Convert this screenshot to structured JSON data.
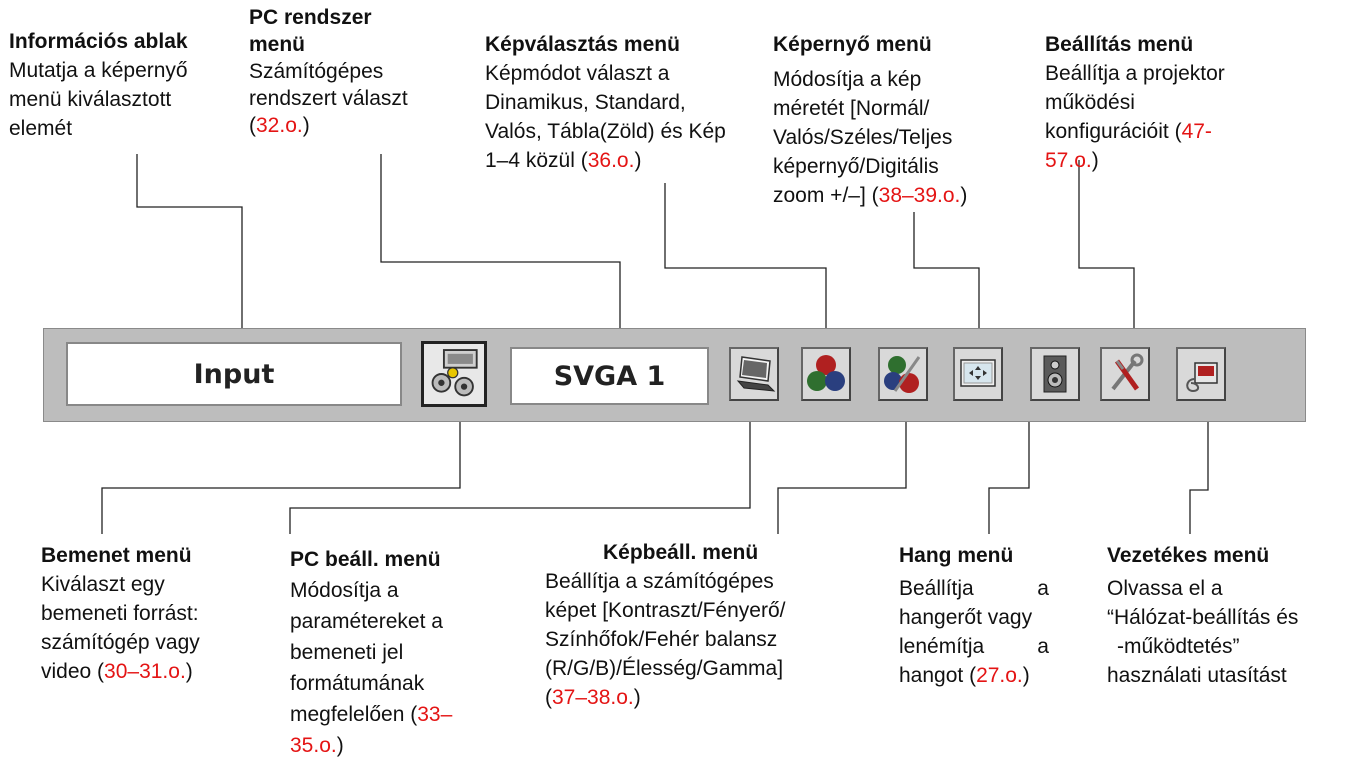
{
  "menu_bar": {
    "info_window_text": "Input",
    "pc_system_text": "SVGA 1",
    "icons": [
      "input-icon",
      "pc-adjust-icon",
      "image-select-icon",
      "image-adjust-icon",
      "screen-icon",
      "sound-icon",
      "setting-icon",
      "network-icon"
    ]
  },
  "callouts": {
    "info": {
      "title": "Információs ablak",
      "lines": [
        "Mutatja a képernyő",
        "menü kiválasztott",
        "elemét"
      ]
    },
    "pc_system": {
      "title_1": "PC rendszer",
      "title_2": "menü",
      "lines": [
        "Számítógépes",
        "rendszert választ"
      ],
      "pre_ref": "(",
      "ref": "32.o.",
      "post_ref": ")"
    },
    "image_select": {
      "title": "Képválasztás menü",
      "lines": [
        "Képmódot választ a",
        "Dinamikus, Standard,",
        "Valós, Tábla(Zöld) és Kép"
      ],
      "last_pre": "1–4 közül (",
      "ref": "36.o.",
      "post_ref": ")"
    },
    "screen": {
      "title": "Képernyő menü",
      "lines": [
        "Módosítja a kép",
        "méretét [Normál/",
        "Valós/Széles/Teljes",
        "képernyő/Digitális"
      ],
      "last_pre": "zoom +/–] (",
      "ref": "38–39.o.",
      "post_ref": ")"
    },
    "setting": {
      "title": "Beállítás menü",
      "lines": [
        "Beállítja a projektor",
        "működési"
      ],
      "last_pre": "konfigurációit (",
      "ref_1": "47-",
      "ref_2": "57.o.",
      "post_ref": ")"
    },
    "input": {
      "title": "Bemenet menü",
      "lines": [
        "Kiválaszt egy",
        "bemeneti forrást:",
        "számítógép vagy"
      ],
      "last_pre": "video (",
      "ref": "30–31.o.",
      "post_ref": ")"
    },
    "pc_adjust": {
      "title": "PC beáll. menü",
      "lines": [
        "Módosítja a",
        "paramétereket a",
        "bemeneti jel",
        "formátumának"
      ],
      "last_pre": "megfelelően (",
      "ref_1": "33–",
      "ref_2": "35.o.",
      "post_ref": ")"
    },
    "image_adjust": {
      "title": "Képbeáll. menü",
      "lines": [
        "Beállítja a számítógépes",
        "képet [Kontraszt/Fényerő/",
        "Színhőfok/Fehér balansz",
        "(R/G/B)/Élesség/Gamma]"
      ],
      "pre_ref": "(",
      "ref": "37–38.o.",
      "post_ref": ")"
    },
    "sound": {
      "title": "Hang menü",
      "lines": [
        "Beállítja a",
        "hangerőt vagy",
        "lenémítja a"
      ],
      "last_pre": "hangot (",
      "ref": "27.o.",
      "post_ref": ")"
    },
    "network": {
      "title": "Vezetékes menü",
      "lines": [
        "Olvassa el a",
        "“Hálózat-beállítás és",
        "-működtetés”",
        "használati utasítást"
      ]
    }
  },
  "colors": {
    "reference_red": "#e41414",
    "bar_gray": "#bdbdbd",
    "icon_face": "#d9d9d9"
  }
}
